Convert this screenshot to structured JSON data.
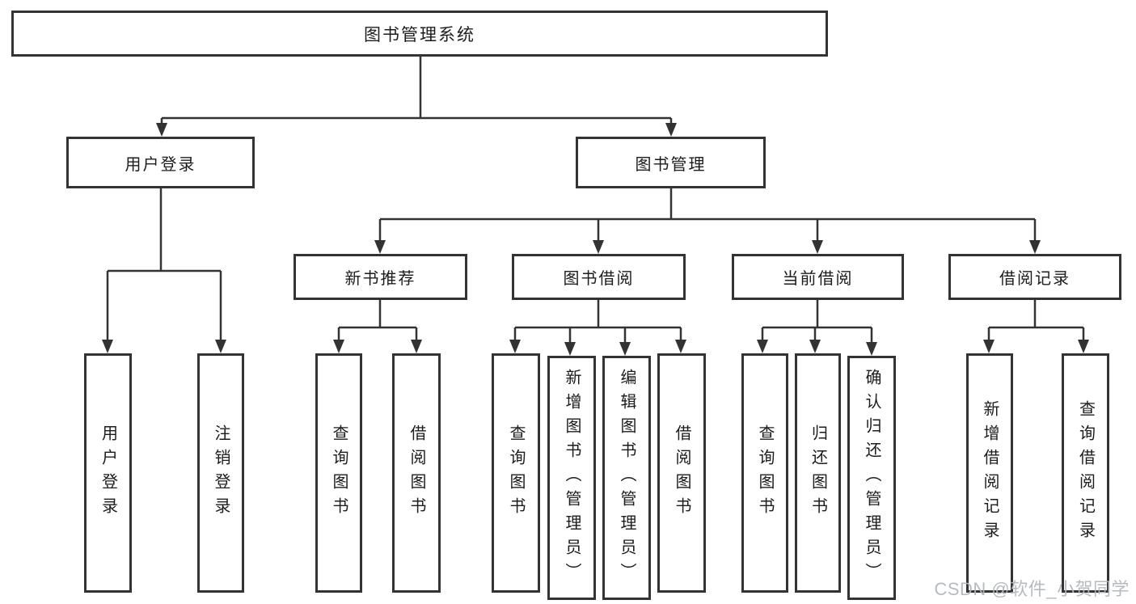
{
  "tree": {
    "root": {
      "label": "图书管理系统",
      "children": [
        {
          "label": "用户登录",
          "children": [
            {
              "label": "用户登录"
            },
            {
              "label": "注销登录"
            }
          ]
        },
        {
          "label": "图书管理",
          "children": [
            {
              "label": "新书推荐",
              "children": [
                {
                  "label": "查询图书"
                },
                {
                  "label": "借阅图书"
                }
              ]
            },
            {
              "label": "图书借阅",
              "children": [
                {
                  "label": "查询图书"
                },
                {
                  "label": "新增图书（管理员）"
                },
                {
                  "label": "编辑图书（管理员）"
                },
                {
                  "label": "借阅图书"
                }
              ]
            },
            {
              "label": "当前借阅",
              "children": [
                {
                  "label": "查询图书"
                },
                {
                  "label": "归还图书"
                },
                {
                  "label": "确认归还（管理员）"
                }
              ]
            },
            {
              "label": "借阅记录",
              "children": [
                {
                  "label": "新增借阅记录"
                },
                {
                  "label": "查询借阅记录"
                }
              ]
            }
          ]
        }
      ]
    }
  },
  "watermark": {
    "text": "CSDN @软件_小贺同学",
    "color": "#b2b7bd"
  },
  "colors": {
    "line": "#333333",
    "box_border": "#333333",
    "box_background": "#ffffff",
    "text": "#1c1c1c",
    "canvas_background": "#ffffff"
  }
}
